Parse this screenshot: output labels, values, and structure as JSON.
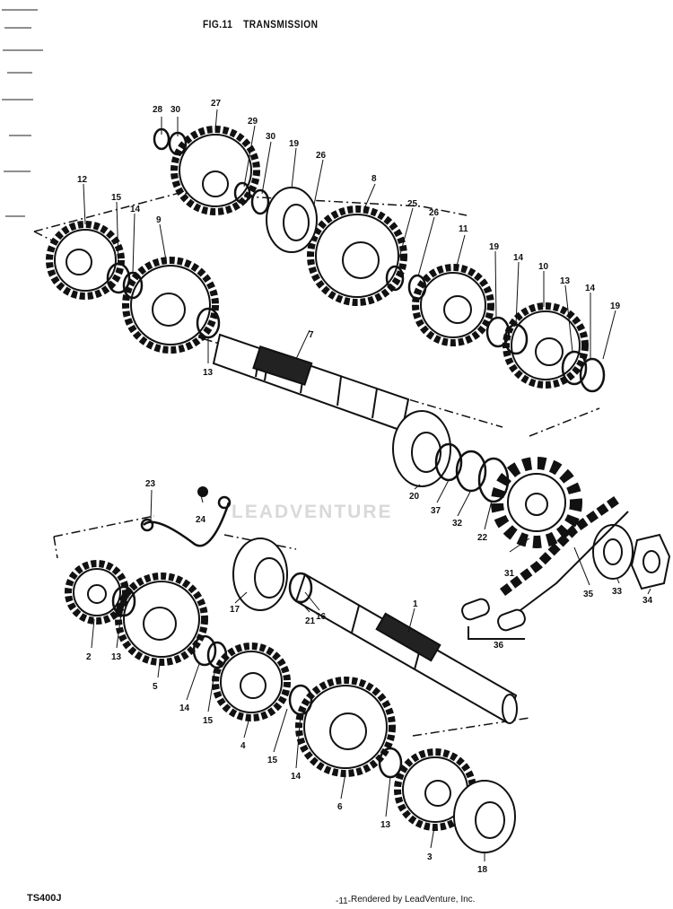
{
  "header": {
    "fig": "FIG.11",
    "title": "TRANSMISSION"
  },
  "footer": {
    "model": "TS400J",
    "page": "-11-",
    "credit": "Rendered by LeadVenture, Inc."
  },
  "watermark": "LEADVENTURE",
  "part_labels": {
    "p28": "28",
    "p30a": "30",
    "p27": "27",
    "p29": "29",
    "p30b": "30",
    "p19a": "19",
    "p26a": "26",
    "p8": "8",
    "p25": "25",
    "p26b": "26",
    "p11": "11",
    "p19b": "19",
    "p14a": "14",
    "p10": "10",
    "p13a": "13",
    "p14b": "14",
    "p19c": "19",
    "p12": "12",
    "p15a": "15",
    "p14c": "14",
    "p9": "9",
    "p13b": "13",
    "p7": "7",
    "p20": "20",
    "p37": "37",
    "p32": "32",
    "p22": "22",
    "p31": "31",
    "p35": "35",
    "p33": "33",
    "p34": "34",
    "p36": "36",
    "p23": "23",
    "p24": "24",
    "p17": "17",
    "p21": "21",
    "p16": "16",
    "p1": "1",
    "p2": "2",
    "p13c": "13",
    "p5": "5",
    "p14d": "14",
    "p15b": "15",
    "p4": "4",
    "p15c": "15",
    "p14e": "14",
    "p6": "6",
    "p13d": "13",
    "p3": "3",
    "p18": "18"
  }
}
